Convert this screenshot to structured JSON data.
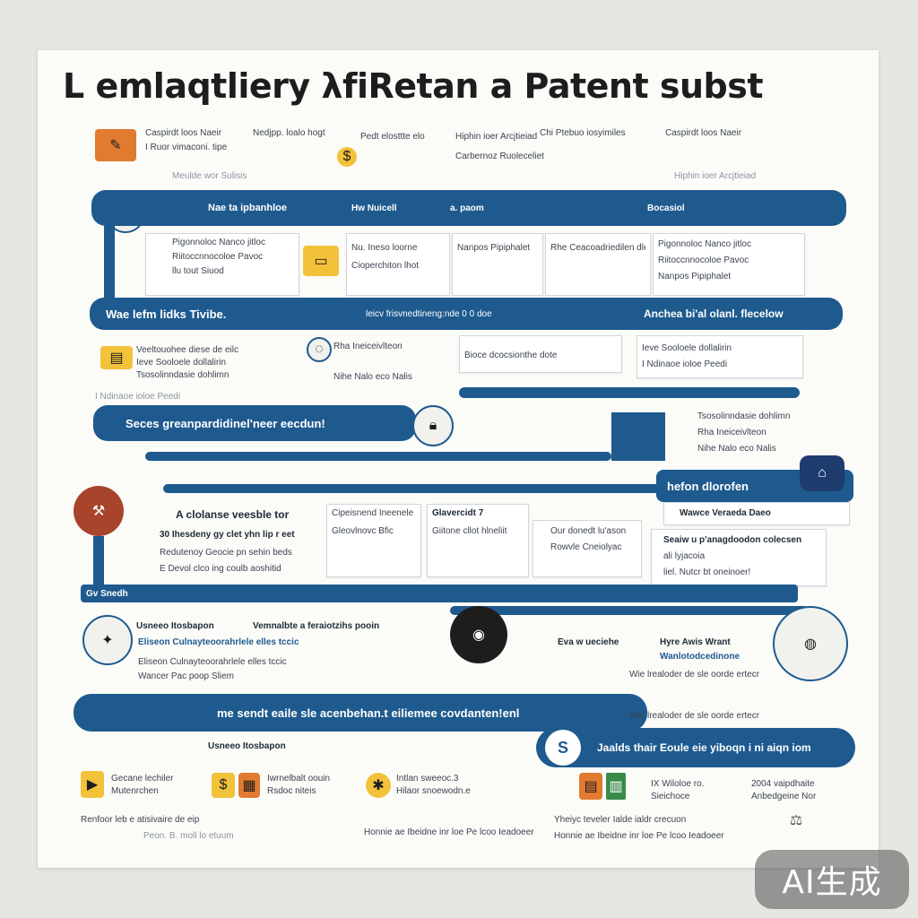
{
  "title": "L emlaqtliery λfiRetan a Patent subst",
  "bands": {
    "b1_a": "Nae ta ipbanhloe",
    "b1_b": "Hw Nuicell",
    "b1_c": "a. paom",
    "b1_d": "Bocasiol",
    "b2_a": "Wae lefm lidks Tivibe.",
    "b2_b": "leicv frisvnedtineng:nde 0 0 doe",
    "b2_c": "Anchea bi'al olanl. flecelow",
    "b3_a": "Seces greanpardidinel'neer eecdun!",
    "b4_a": "hefon dlorofen",
    "b5_a": "Gv Snedh",
    "b6_a": "me sendt eaile sle acenbehan.t eiliemee covdanten!enl",
    "b7_a": "Jaalds thair Eoule eie yiboqn i ni aiqn iom"
  },
  "blocks": {
    "row1": [
      "Caspirdt loos Naeir",
      "I Ruor vimaconi. tipe",
      "Meulde wor Sulisis",
      "Nedjpp. loalo hogt",
      "Pedt elosttte elo",
      "Hiphin ioer Arcjtieiad",
      "Carbernoz Ruoleceliet",
      "Chi Ptebuo iosyimiles"
    ],
    "row2": [
      "Pigonnoloc Nanco jitloc",
      "Riitoccnnocoloe Pavoc",
      "llu tout Siuod",
      "Nu. Ineso loorne",
      "Cioperchiton lhot",
      "Nanpos Pipiphalet",
      "Rhe Ceacoadriedilen dle"
    ],
    "row3": [
      "Veeltouohee diese de eilc",
      "Ieve Sooloele dollalirin",
      "Tsosolinndasie dohlimn",
      "Rha Ineiceivlteon",
      "Nihe Nalo eco Nalis",
      "Bioce dcocsionthe dote",
      "I Ndinaoe ioloe Peedi"
    ],
    "row4": [
      "A clolanse veesble tor",
      "30 Ihesdeny gy clet yhn lip r eet",
      "Redutenoy Geocie pn sehin beds",
      "E Devol clco ing coulb aoshitid",
      "Cipeisnend Ineenele",
      "Gleovlnovc Bfic",
      "Glavercidt 7",
      "Giitone cllot hlneliit",
      "Our donedt lu'ason",
      "Rowvle Cneiolyac",
      "Wawce Veraeda Daeo",
      "Seaiw u p'anagdoodon colecsen",
      "ali lyjacoia",
      "liel. Nutcr bt oneinoer!"
    ],
    "row5": [
      "Usneeo Itosbapon",
      "Vemnalbte a feraiotzihs pooin",
      "Eliseon Culnayteoorahrlele elles tccic",
      "Wancer Pac poop Sliem",
      "Eva w ueciehe",
      "Hyre Awis Wrant",
      "Wanlotodcedinone",
      "Wie lrealoder de sle oorde ertecr"
    ],
    "row6": [
      "Gecane lechiler",
      "Mutenrchen",
      "Iwrnelbalt oouin",
      "Rsdoc niteis",
      "Intlan sweeoc.3",
      "Hilaor snoewodn.e",
      "IX Wiloloe ro.",
      "Sieichoce",
      "2004 vaipdhaite",
      "Anbedgeine Nor",
      "Renfoor leb e atisivaire de eip",
      "Peon. B. moll lo etuum",
      "Honnie ae Ibeidne inr loe Pe lcoo Ieadoeer",
      "Yheiyc teveler Ialde ialdr crecuon"
    ]
  },
  "badge": "AI生成",
  "colors": {
    "band": "#1e5a8e",
    "accent_yellow": "#f2c23a",
    "accent_orange": "#e07b2f",
    "sheet": "#fbfbf8"
  },
  "icons": [
    "pencil-icon",
    "coin-icon",
    "document-icon",
    "lightbulb-icon",
    "globe-icon",
    "lock-icon",
    "mouse-icon",
    "gavel-icon",
    "dollar-icon"
  ],
  "dollar_symbol": "S"
}
